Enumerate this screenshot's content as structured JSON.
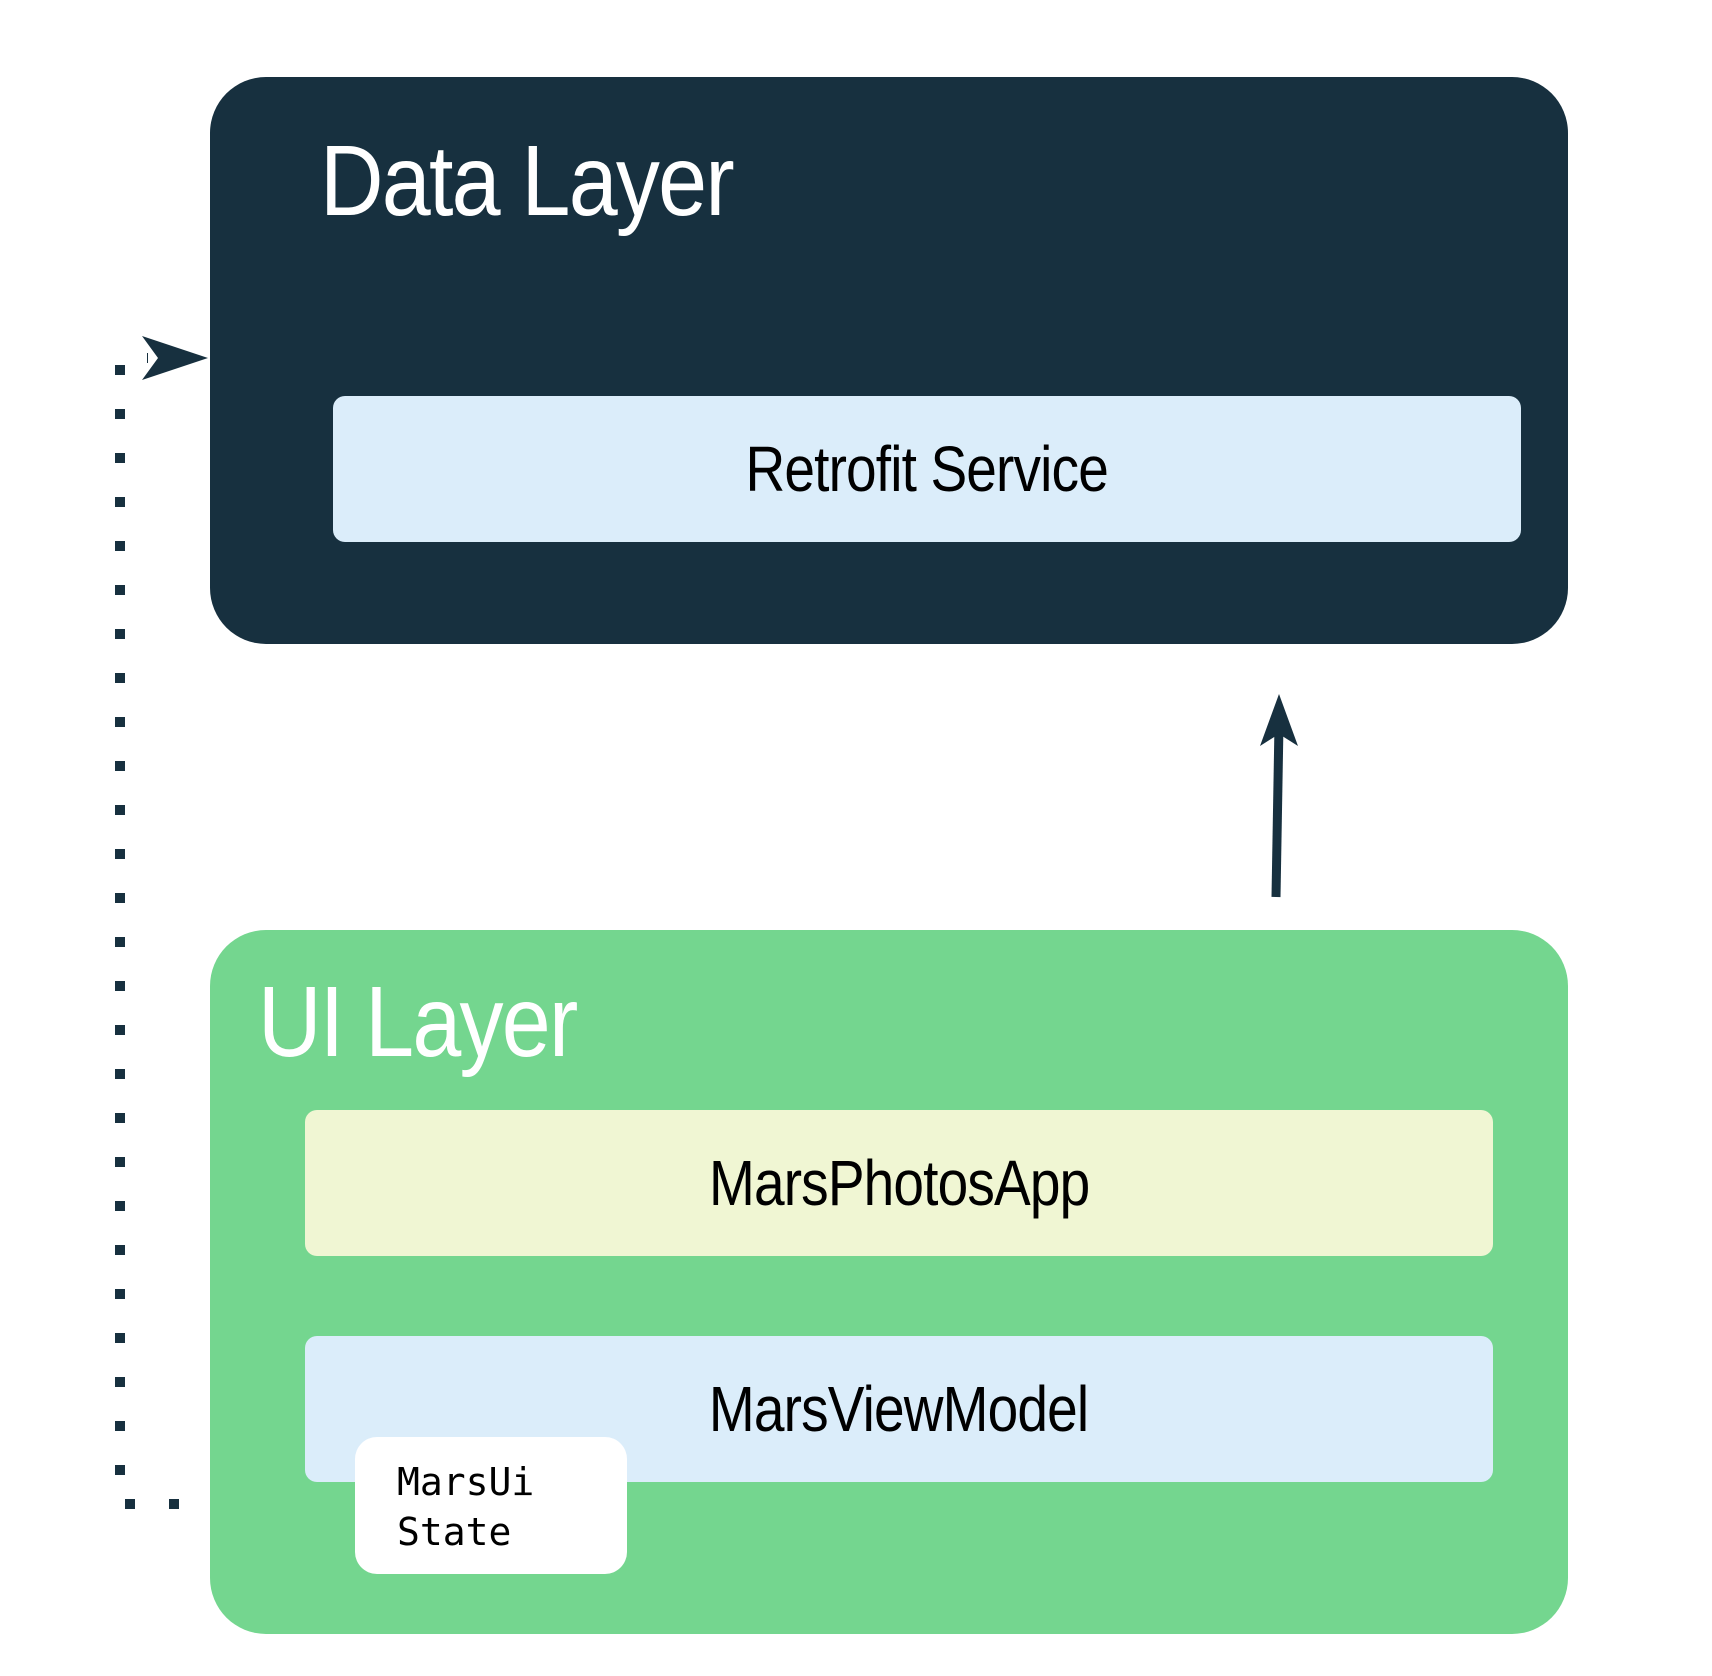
{
  "data_layer": {
    "title": "Data Layer",
    "components": [
      "Retrofit Service"
    ]
  },
  "ui_layer": {
    "title": "UI Layer",
    "components": [
      "MarsPhotosApp",
      "MarsViewModel"
    ]
  },
  "ui_state": {
    "lines": [
      "MarsUi",
      "State"
    ]
  },
  "colors": {
    "data_layer_bg": "#17303f",
    "ui_layer_bg": "#74d68f",
    "service_bg": "#dbedfa",
    "app_bg": "#f0f6d3",
    "state_bg": "#ffffff",
    "connector": "#17303f"
  }
}
